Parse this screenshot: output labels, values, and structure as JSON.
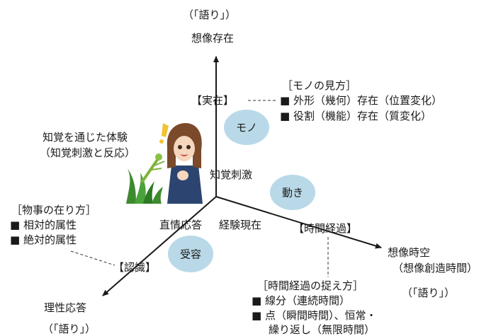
{
  "top": {
    "katari": "（「語り」）",
    "title": "想像存在"
  },
  "jitsuzai": {
    "label": "【実在】"
  },
  "mono_no_mikata": {
    "heading": "［モノの見方］",
    "items": [
      "■ 外形（幾何）存在（位置変化）",
      "■ 役割（機能）存在（質変化）"
    ]
  },
  "circles": {
    "mono": "モノ",
    "ugoki": "動き",
    "juyou": "受容"
  },
  "experience": {
    "line1": "知覚を通じた体験",
    "line2": "（知覚刺激と反応）"
  },
  "center": {
    "chikaku": "知覚刺激",
    "chokujou": "直情応答",
    "keiken": "経験現在"
  },
  "jikan_keika": {
    "label": "【時間経過】"
  },
  "right": {
    "title": "想像時空",
    "sub": "（想像創造時間）",
    "katari": "（「語り」）"
  },
  "toraekata": {
    "heading": "［時間経過の捉え方］",
    "items": [
      "■ 線分（連続時間）",
      "■ 点（瞬間時間）、恒常・",
      "繰り返し（無限時間）"
    ]
  },
  "arikata": {
    "heading": "［物事の在り方］",
    "items": [
      "■ 相対的属性",
      "■ 絶対的属性"
    ]
  },
  "ninshiki": {
    "label": "【認識】"
  },
  "bottom_left": {
    "title": "理性応答",
    "katari": "（「語り」）"
  }
}
